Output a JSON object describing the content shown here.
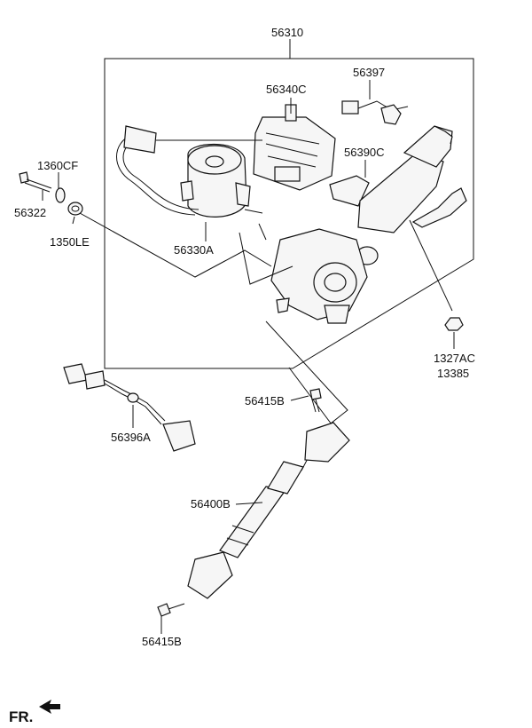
{
  "labels": {
    "assembly": "56310",
    "connector_bracket": "56397",
    "ecu": "56340C",
    "column_housing": "56390C",
    "washer_top": "1360CF",
    "bolt": "56322",
    "washer_bottom": "1350LE",
    "motor": "56330A",
    "nut_1": "1327AC",
    "nut_2": "13385",
    "bolt_upper": "56415B",
    "harness": "56396A",
    "shaft": "56400B",
    "bolt_lower": "56415B"
  },
  "direction_marker": "FR."
}
